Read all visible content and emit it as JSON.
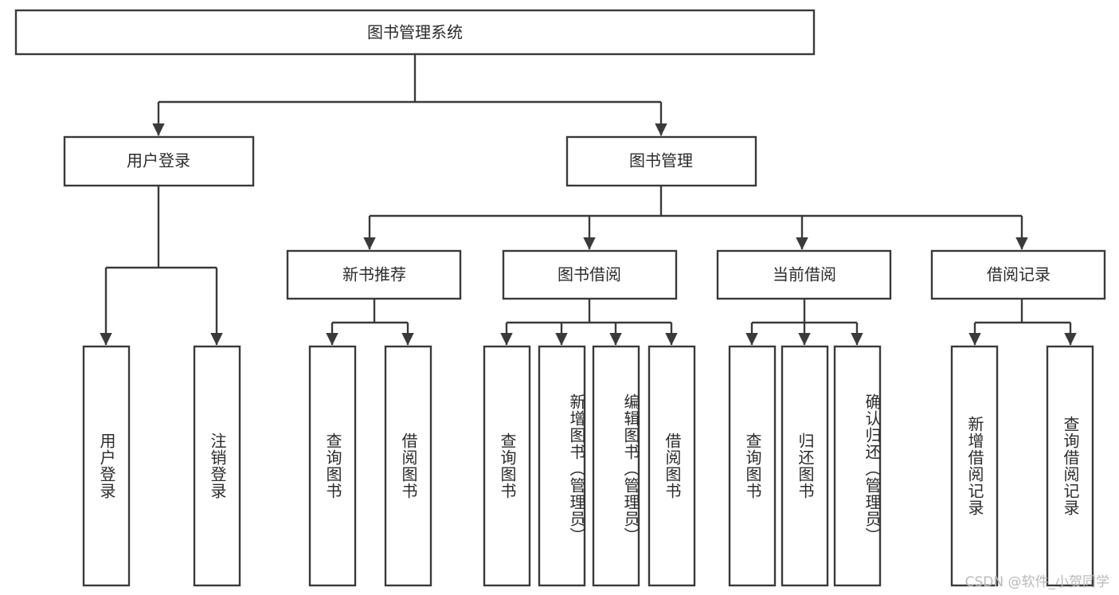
{
  "diagram": {
    "title": "图书管理系统",
    "type": "tree-hierarchy-flowchart",
    "orientation": "top-down",
    "colors": {
      "background": "#ffffff",
      "box_fill": "#ffffff",
      "box_stroke": "#3a3a3a",
      "connector": "#3a3a3a",
      "text": "#2b2b2b",
      "watermark": "#b9b9b9"
    },
    "watermark": "CSDN @软件_小贺同学"
  },
  "nodes": {
    "root": {
      "label": "图书管理系统",
      "level": 0,
      "orientation": "horizontal"
    },
    "level1": [
      {
        "id": "user-login",
        "label": "用户登录",
        "orientation": "horizontal"
      },
      {
        "id": "book-manage",
        "label": "图书管理",
        "orientation": "horizontal"
      }
    ],
    "level2": [
      {
        "id": "new-book-recommend",
        "label": "新书推荐",
        "orientation": "horizontal",
        "parent": "book-manage"
      },
      {
        "id": "book-borrow",
        "label": "图书借阅",
        "orientation": "horizontal",
        "parent": "book-manage"
      },
      {
        "id": "current-borrow",
        "label": "当前借阅",
        "orientation": "horizontal",
        "parent": "book-manage"
      },
      {
        "id": "borrow-record",
        "label": "借阅记录",
        "orientation": "horizontal",
        "parent": "book-manage"
      }
    ],
    "leaves": [
      {
        "id": "leaf-user-login",
        "label": "用户登录",
        "orientation": "vertical",
        "parent": "user-login"
      },
      {
        "id": "leaf-logout-login",
        "label": "注销登录",
        "orientation": "vertical",
        "parent": "user-login"
      },
      {
        "id": "leaf-query-book-1",
        "label": "查询图书",
        "orientation": "vertical",
        "parent": "new-book-recommend"
      },
      {
        "id": "leaf-borrow-book-1",
        "label": "借阅图书",
        "orientation": "vertical",
        "parent": "new-book-recommend"
      },
      {
        "id": "leaf-query-book-2",
        "label": "查询图书",
        "orientation": "vertical",
        "parent": "book-borrow"
      },
      {
        "id": "leaf-add-book",
        "label": "新增图书（管理员）",
        "orientation": "vertical",
        "parent": "book-borrow"
      },
      {
        "id": "leaf-edit-book",
        "label": "编辑图书（管理员）",
        "orientation": "vertical",
        "parent": "book-borrow"
      },
      {
        "id": "leaf-borrow-book-2",
        "label": "借阅图书",
        "orientation": "vertical",
        "parent": "book-borrow"
      },
      {
        "id": "leaf-query-book-3",
        "label": "查询图书",
        "orientation": "vertical",
        "parent": "current-borrow"
      },
      {
        "id": "leaf-return-book",
        "label": "归还图书",
        "orientation": "vertical",
        "parent": "current-borrow"
      },
      {
        "id": "leaf-confirm-return",
        "label": "确认归还（管理员）",
        "orientation": "vertical",
        "parent": "current-borrow"
      },
      {
        "id": "leaf-add-record",
        "label": "新增借阅记录",
        "orientation": "vertical",
        "parent": "borrow-record"
      },
      {
        "id": "leaf-query-record",
        "label": "查询借阅记录",
        "orientation": "vertical",
        "parent": "borrow-record"
      }
    ]
  }
}
